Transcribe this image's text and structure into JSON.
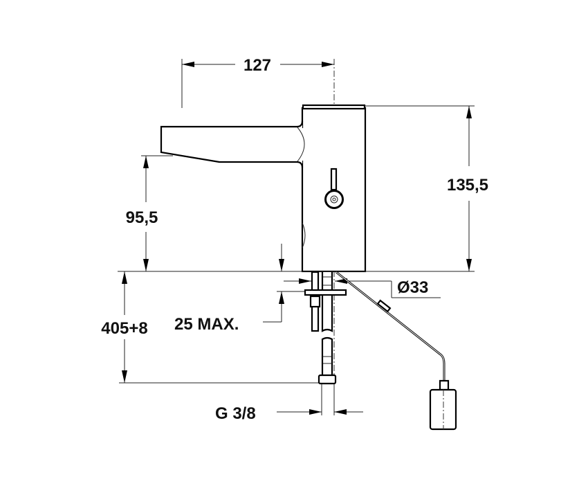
{
  "dimensions": {
    "width": "127",
    "height": "135,5",
    "spout_height": "95,5",
    "pipe_length": "405+8",
    "deck_thickness": "25 MAX.",
    "hole_diameter": "Ø33",
    "thread": "G 3/8"
  }
}
